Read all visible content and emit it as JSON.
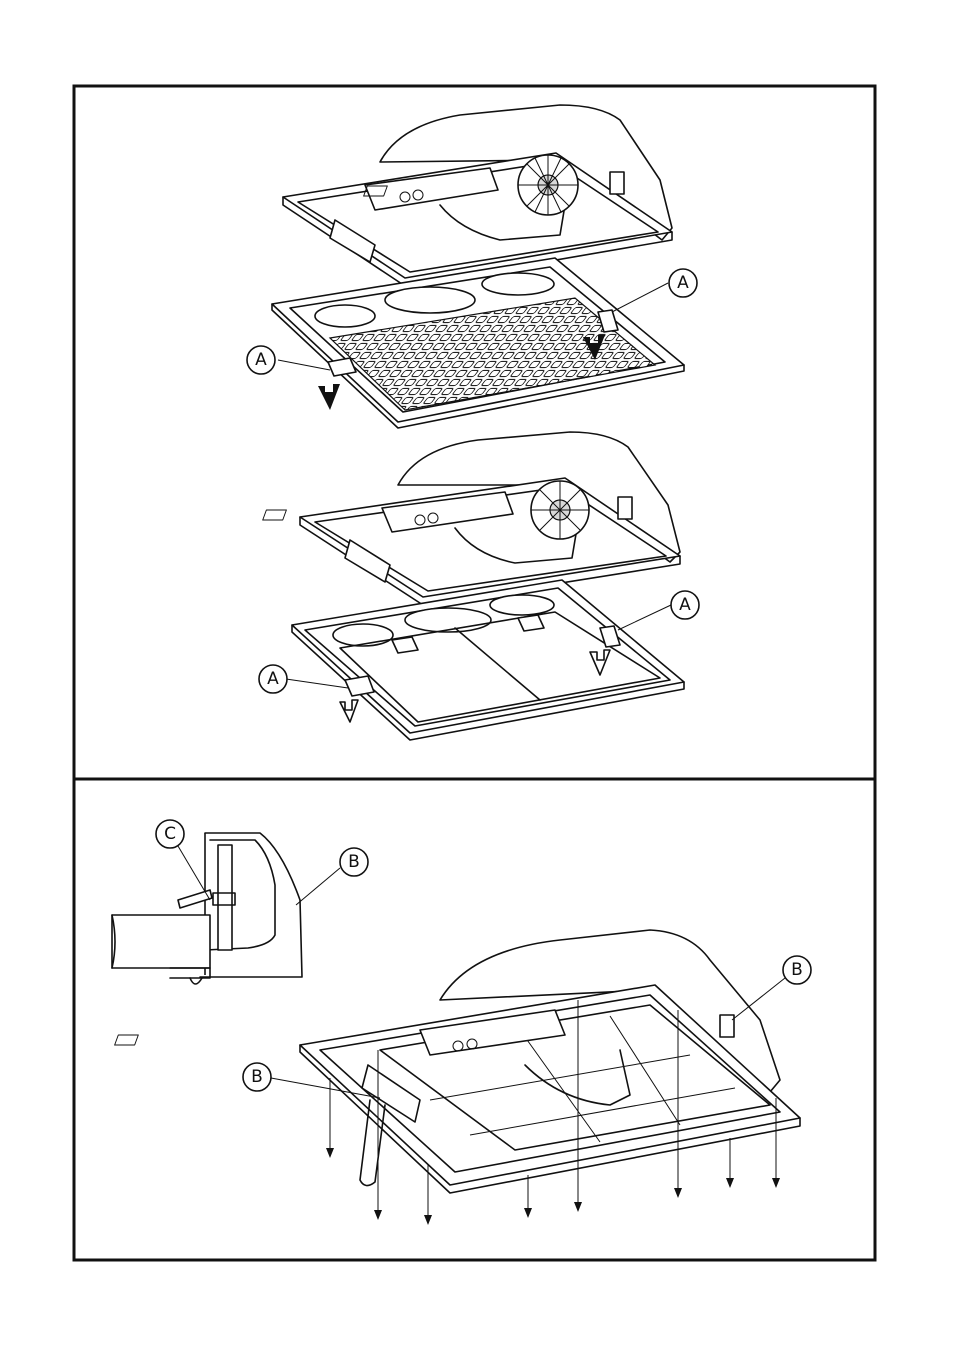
{
  "panels": [
    {
      "id": "filter-removal",
      "callouts": [
        "A",
        "A",
        "A",
        "A"
      ]
    },
    {
      "id": "installation",
      "callouts": [
        "C",
        "B",
        "B",
        "B"
      ]
    }
  ]
}
